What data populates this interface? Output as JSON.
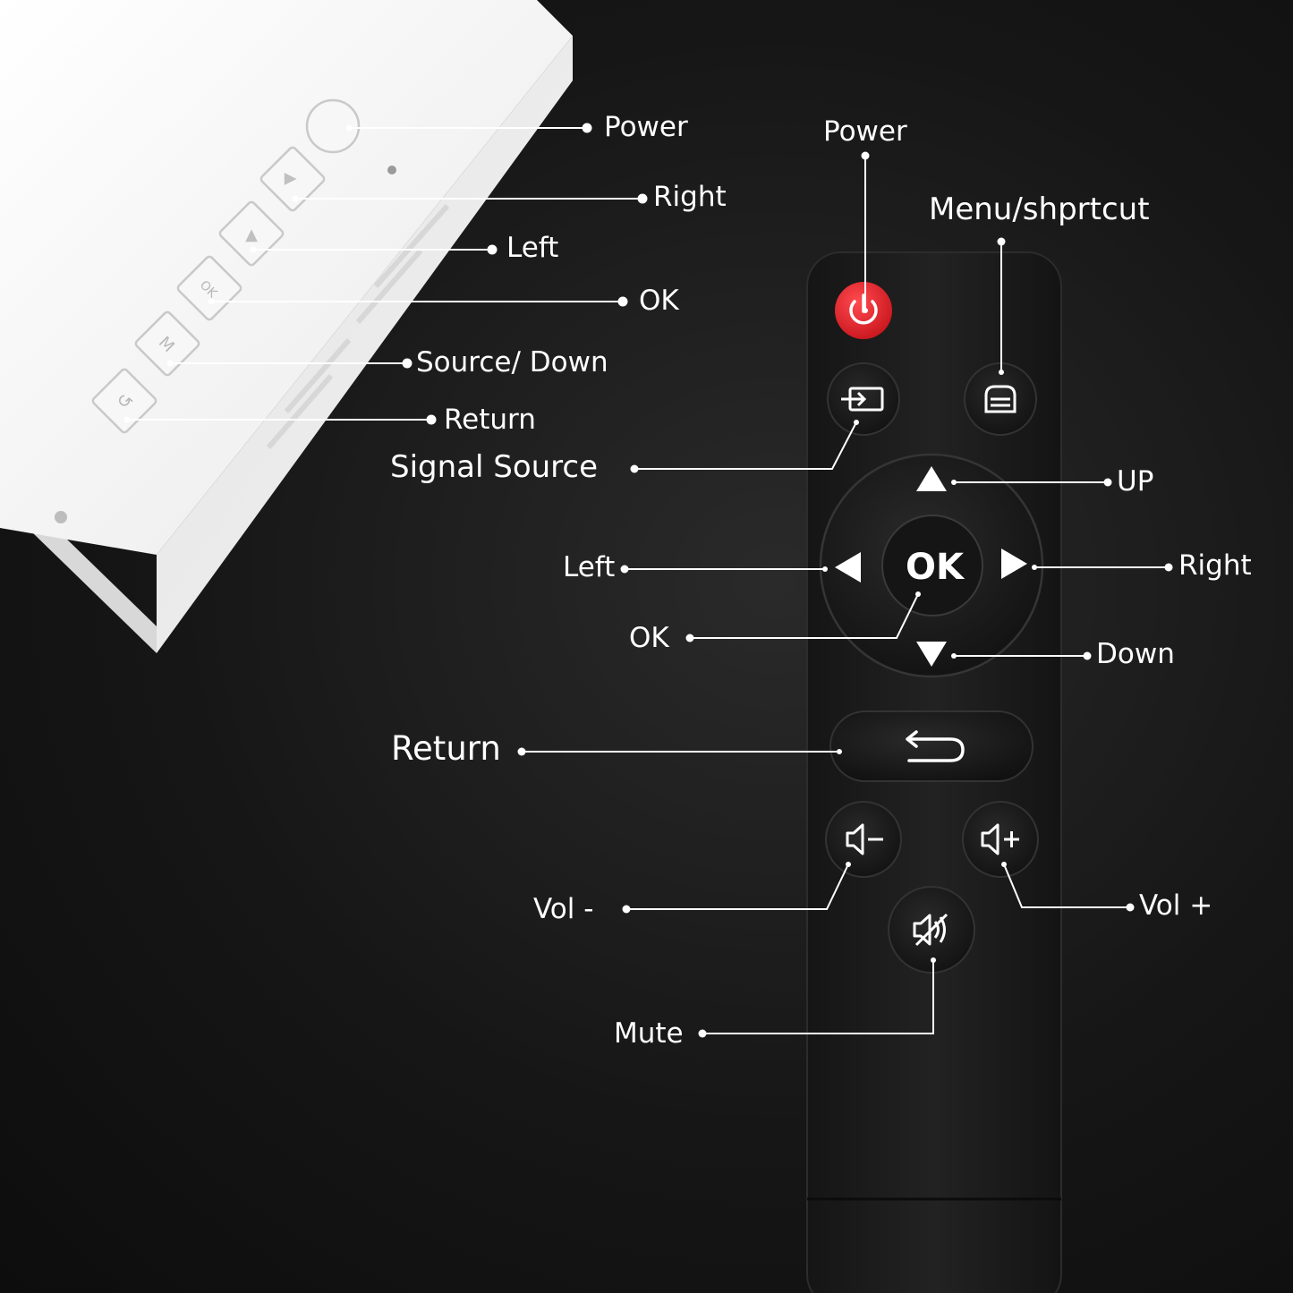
{
  "projector_labels": {
    "power": "Power",
    "right": "Right",
    "left": "Left",
    "ok": "OK",
    "source_down": "Source/ Down",
    "return": "Return"
  },
  "remote_labels": {
    "power": "Power",
    "menu": "Menu/shprtcut",
    "signal_source": "Signal Source",
    "up": "UP",
    "left": "Left",
    "right": "Right",
    "ok": "OK",
    "down": "Down",
    "return": "Return",
    "vol_down": "Vol -",
    "vol_up": "Vol +",
    "mute": "Mute"
  },
  "ok_button_text": "OK",
  "projector_key_icons": [
    "▲",
    "▲",
    "OK",
    "M",
    "↺"
  ],
  "icons": {
    "power_button": "power-icon",
    "source_button": "input-source-icon",
    "menu_button": "menu-icon",
    "return_button": "return-arrow-icon",
    "vol_down_button": "speaker-minus-icon",
    "vol_up_button": "speaker-plus-icon",
    "mute_button": "speaker-mute-icon"
  },
  "colors": {
    "background": "#161616",
    "projector_body": "#f2f2f2",
    "remote_body": "#1c1c1c",
    "power_button": "#e8262e",
    "label_text": "#ffffff"
  }
}
